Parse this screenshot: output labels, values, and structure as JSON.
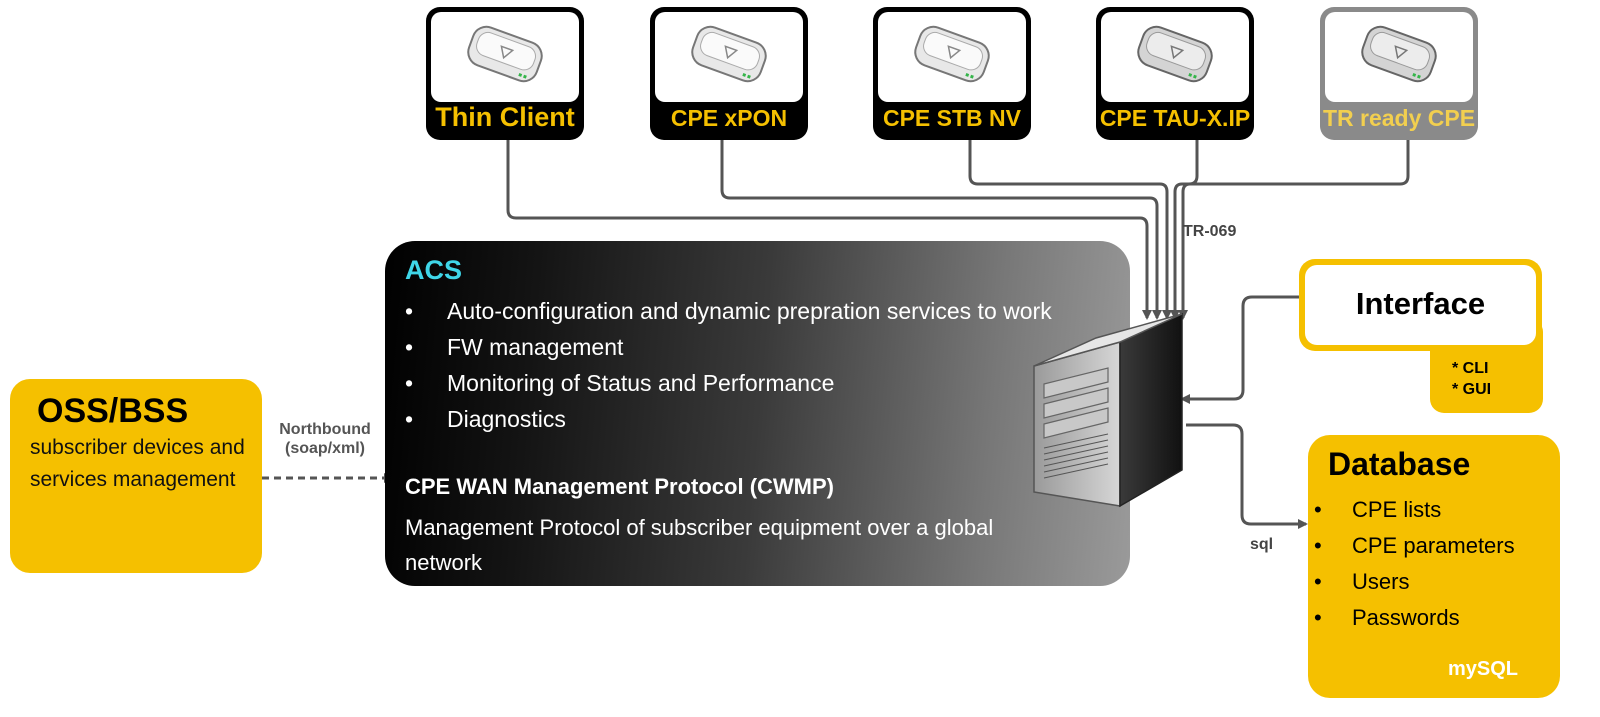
{
  "devices": [
    {
      "label": "Thin Client"
    },
    {
      "label": "CPE xPON"
    },
    {
      "label": "CPE STB NV"
    },
    {
      "label": "CPE TAU-X.IP"
    },
    {
      "label": "TR ready CPE"
    }
  ],
  "connections": {
    "tr069": "TR-069",
    "northbound": "Northbound",
    "northbound_protocol": "(soap/xml)",
    "sql": "sql"
  },
  "acs": {
    "title": "ACS",
    "bullet": "•",
    "items": [
      "Auto-configuration and dynamic prepration services to work",
      "FW management",
      "Monitoring of Status and Performance",
      "Diagnostics"
    ],
    "protocol_title": "CPE WAN Management Protocol (CWMP)",
    "protocol_desc": "Management Protocol of subscriber equipment over a global network"
  },
  "oss": {
    "title": "OSS/BSS",
    "description": "subscriber devices and services management"
  },
  "interface": {
    "title": "Interface",
    "options": [
      "* CLI",
      "* GUI"
    ]
  },
  "database": {
    "title": "Database",
    "bullet": "•",
    "items": [
      "CPE lists",
      "CPE parameters",
      "Users",
      "Passwords"
    ],
    "engine": "mySQL"
  },
  "colors": {
    "accent_yellow": "#f5c000",
    "acs_title": "#3fd6e8",
    "device_frame": "#000000",
    "device_frame_inactive": "#8a8a8a"
  },
  "icons": {
    "device": "router-device-icon",
    "server": "server-tower-icon"
  }
}
